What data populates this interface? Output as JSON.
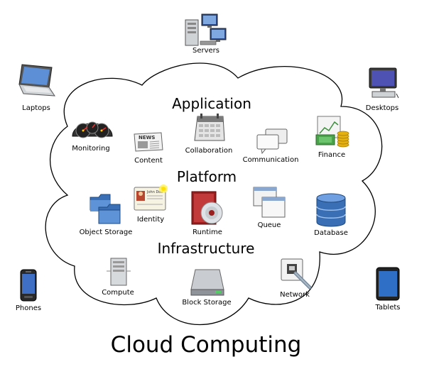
{
  "diagram": {
    "title": "Cloud Computing",
    "sections": {
      "application": "Application",
      "platform": "Platform",
      "infrastructure": "Infrastructure"
    },
    "inside": {
      "monitoring": "Monitoring",
      "content": "Content",
      "collaboration": "Collaboration",
      "communication": "Communication",
      "finance": "Finance",
      "identity": "Identity",
      "object_storage": "Object Storage",
      "runtime": "Runtime",
      "queue": "Queue",
      "database": "Database",
      "compute": "Compute",
      "block_storage": "Block Storage",
      "network": "Network"
    },
    "outside": {
      "servers": "Servers",
      "laptops": "Laptops",
      "desktops": "Desktops",
      "phones": "Phones",
      "tablets": "Tablets"
    },
    "identity_card_name": "John Doe",
    "news_word": "NEWS"
  }
}
